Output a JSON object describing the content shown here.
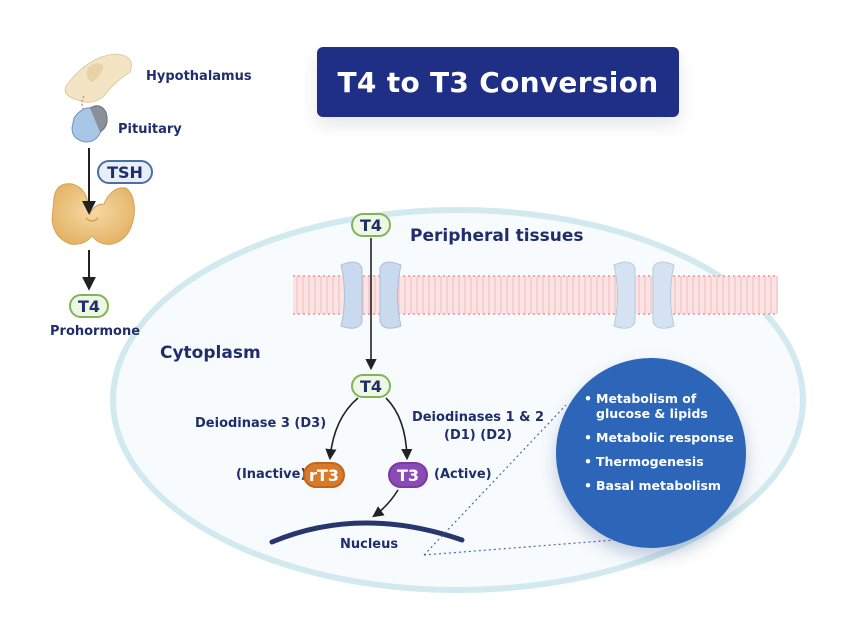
{
  "title": "T4 to T3 Conversion",
  "gland_axis": {
    "hypothalamus_label": "Hypothalamus",
    "pituitary_label": "Pituitary",
    "tsh_badge": "TSH",
    "t4_badge": "T4",
    "prohormone_label": "Prohormone"
  },
  "cell": {
    "peripheral_label": "Peripheral tissues",
    "cytoplasm_label": "Cytoplasm",
    "t4_outside": "T4",
    "t4_inside": "T4",
    "d3_label": "Deiodinase 3 (D3)",
    "d12_label_line1": "Deiodinases 1 & 2",
    "d12_label_line2": "(D1) (D2)",
    "inactive_label": "(Inactive)",
    "rt3_badge": "rT3",
    "t3_badge": "T3",
    "active_label": "(Active)",
    "nucleus_label": "Nucleus"
  },
  "effects": [
    "Metabolism of glucose & lipids",
    "Metabolic response",
    "Thermogenesis",
    "Basal metabolism"
  ],
  "colors": {
    "title_bg": "#1f2f86",
    "navy_text": "#1f2d6b",
    "effects_bg": "#2d65b8",
    "rt3": "#d97a2b",
    "t3": "#8b4bb5",
    "t4_border": "#7fb45a"
  }
}
